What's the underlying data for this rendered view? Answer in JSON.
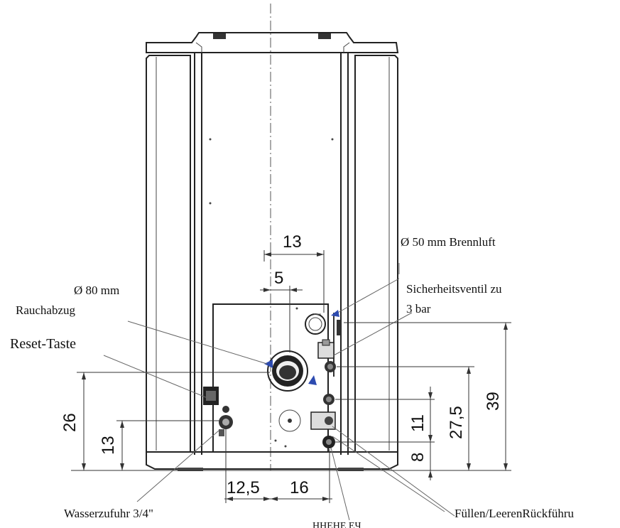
{
  "dimensions": {
    "d13_top": "13",
    "d5": "5",
    "d26": "26",
    "d13_left": "13",
    "d12_5": "12,5",
    "d16": "16",
    "d11": "11",
    "d8": "8",
    "d27_5": "27,5",
    "d39": "39"
  },
  "labels": {
    "brennluft": "Ø 50 mm Brennluft",
    "rauch_line1": "Ø 80 mm",
    "rauch_line2": "Rauchabzug",
    "reset": "Reset-Taste",
    "sicherheit_line1": "Sicherheitsventil zu",
    "sicherheit_line2": "3 bar",
    "wasser": "Wasserzufuhr 3/4\"",
    "fuellen": "Füllen/LeerenRückführu",
    "bottom_fragment": "ННЕНЕ ЕЧ"
  },
  "colors": {
    "arrow_accent": "#2d4bb0",
    "line": "#222222"
  }
}
